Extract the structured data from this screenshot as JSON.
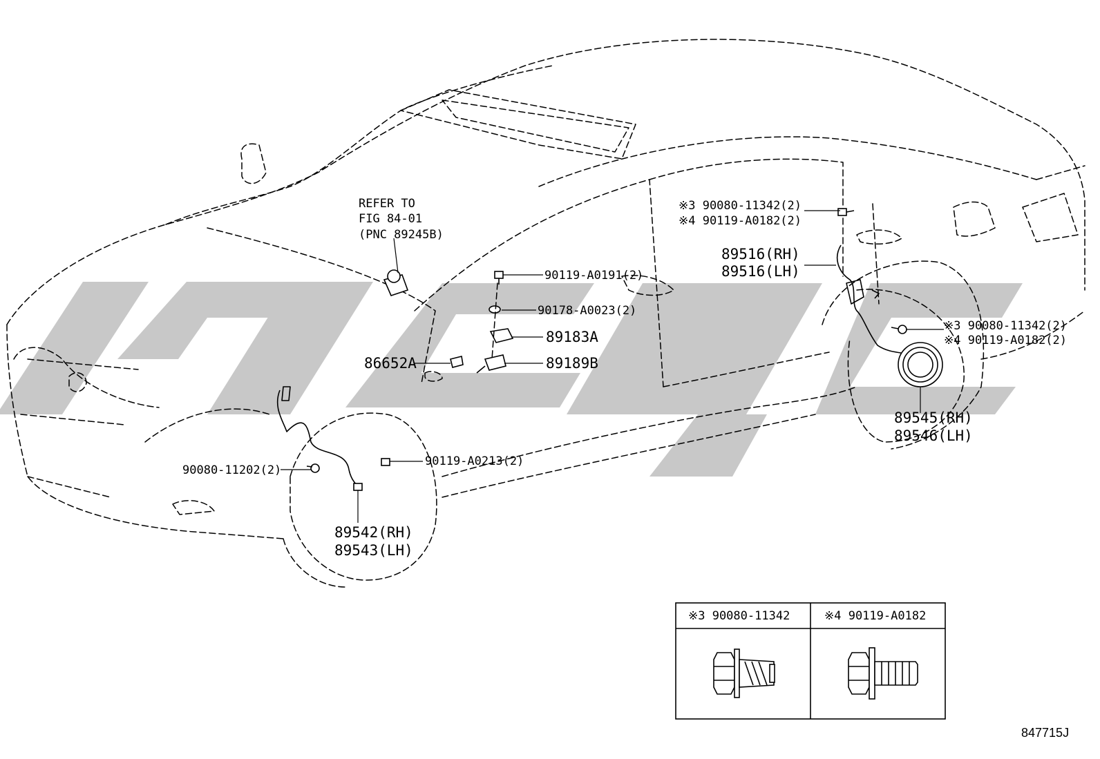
{
  "diagram_id": "847715J",
  "reference": {
    "line1": "REFER TO",
    "line2": "FIG 84-01",
    "line3": "(PNC 89245B)"
  },
  "labels": {
    "bolt_rear_upper_line1": "※3 90080-11342(2)",
    "bolt_rear_upper_line2": "※4 90119-A0182(2)",
    "sensor_rear_rh": "89516(RH)",
    "sensor_rear_lh": "89516(LH)",
    "bolt_center_upper": "90119-A0191(2)",
    "nut_center": "90178-A0023(2)",
    "bracket_89183a": "89183A",
    "bracket_89189b": "89189B",
    "clip_86652a": "86652A",
    "bolt_rear_lower_line1": "※3 90080-11342(2)",
    "bolt_rear_lower_line2": "※4 90119-A0182(2)",
    "hub_rear_rh": "89545(RH)",
    "hub_rear_lh": "89546(LH)",
    "bolt_front_lower": "90119-A0213(2)",
    "bolt_front_left": "90080-11202(2)",
    "sensor_front_rh": "89542(RH)",
    "sensor_front_lh": "89543(LH)"
  },
  "legend": {
    "col1_header": "※3 90080-11342",
    "col2_header": "※4 90119-A0182"
  },
  "colors": {
    "ink": "#000000",
    "watermark": "#c8c8c8",
    "background": "#ffffff"
  }
}
